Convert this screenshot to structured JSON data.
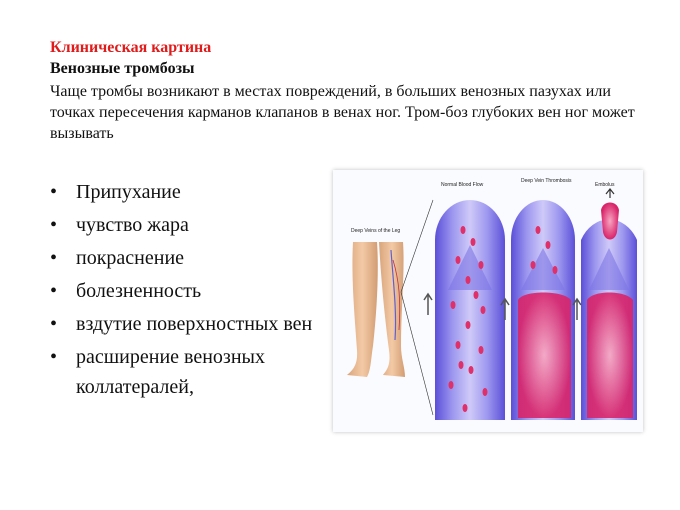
{
  "slide": {
    "title": "Клиническая картина",
    "subtitle": "Венозные тромбозы",
    "description": "Чаще тромбы возникают в местах повреждений, в больших венозных пазухах или точках пересечения карманов клапанов в венах ног. Тром-боз глубоких вен ног может вызывать"
  },
  "bullets": [
    "Припухание",
    " чувство жара",
    " покраснение",
    " болезненность",
    " вздутие поверхностных вен",
    "расширение венозных коллатералей,"
  ],
  "figure": {
    "leg_label": "Deep Veins of the Leg",
    "panel_labels": [
      "Normal Blood Flow",
      "Deep Vein Thrombosis",
      "Embolus"
    ]
  }
}
